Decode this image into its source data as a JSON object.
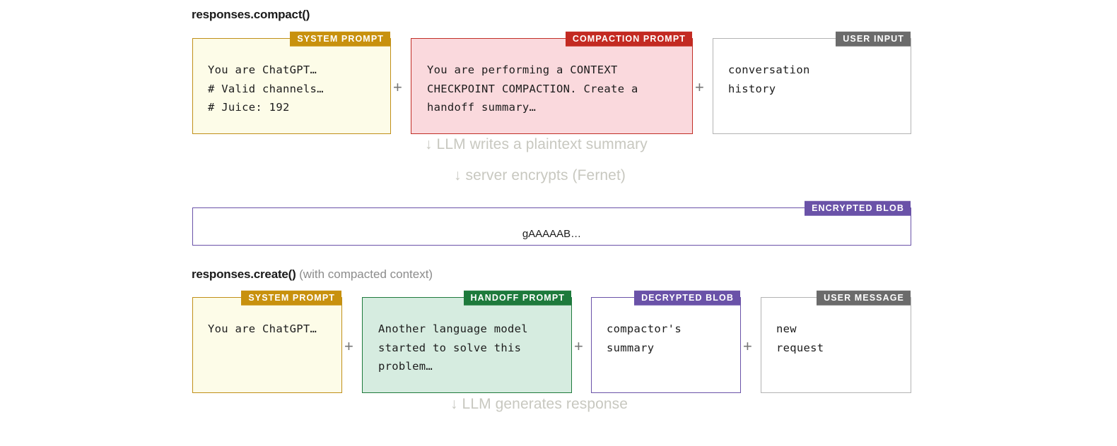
{
  "sections": {
    "compact": {
      "title": "responses.compact()",
      "subtitle": ""
    },
    "create": {
      "title": "responses.create()",
      "subtitle": "(with compacted context)"
    }
  },
  "colors": {
    "system_prompt": "#c8910e",
    "compaction_prompt": "#c32a22",
    "user_input": "#6b6b6b",
    "handoff_prompt": "#1e7a3c",
    "encrypted_blob": "#6a52a8",
    "user_message": "#6b6b6b",
    "caption_text": "#c8c8c0",
    "background": "#ffffff"
  },
  "compact_row": {
    "cards": [
      {
        "badge": "SYSTEM PROMPT",
        "body": "You are ChatGPT…\n# Valid channels…\n# Juice: 192"
      },
      {
        "badge": "COMPACTION PROMPT",
        "body": "You are performing a CONTEXT\nCHECKPOINT COMPACTION. Create a\nhandoff summary…"
      },
      {
        "badge": "USER INPUT",
        "body": "conversation\nhistory"
      }
    ],
    "separators": [
      "+",
      "+"
    ]
  },
  "flow_captions_middle": [
    "↓ LLM writes a plaintext summary",
    "↓ server encrypts (Fernet)"
  ],
  "encrypted": {
    "badge": "ENCRYPTED BLOB",
    "body": "gAAAAAB…"
  },
  "create_row": {
    "cards": [
      {
        "badge": "SYSTEM PROMPT",
        "body": "You are ChatGPT…"
      },
      {
        "badge": "HANDOFF PROMPT",
        "body": "Another language model\nstarted to solve this\nproblem…"
      },
      {
        "badge": "DECRYPTED BLOB",
        "body": "compactor's\nsummary"
      },
      {
        "badge": "USER MESSAGE",
        "body": "new\nrequest"
      }
    ],
    "separators": [
      "+",
      "+",
      "+"
    ]
  },
  "flow_caption_bottom": "↓ LLM generates response"
}
